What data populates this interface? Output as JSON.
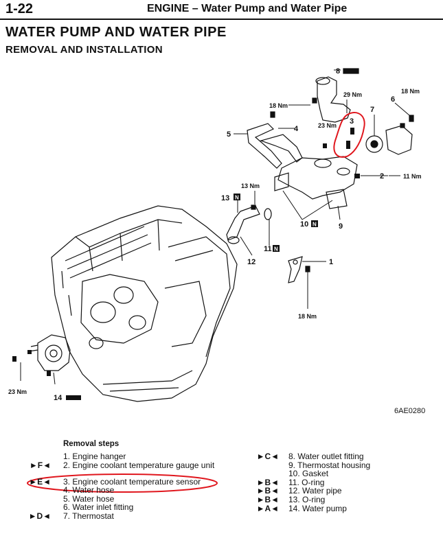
{
  "header": {
    "page_number": "1-22",
    "section": "ENGINE – Water Pump and Water Pipe"
  },
  "title": "WATER PUMP AND WATER PIPE",
  "subtitle": "REMOVAL AND INSTALLATION",
  "diagram": {
    "figure_code": "6AE0280",
    "callouts": [
      {
        "id": "c8",
        "text": "8"
      },
      {
        "id": "c29nm",
        "text": "29 Nm"
      },
      {
        "id": "c18nm_a",
        "text": "18 Nm"
      },
      {
        "id": "c6",
        "text": "6"
      },
      {
        "id": "c18nm_b",
        "text": "18 Nm"
      },
      {
        "id": "c7",
        "text": "7"
      },
      {
        "id": "c3",
        "text": "3"
      },
      {
        "id": "c23nm_a",
        "text": "23 Nm"
      },
      {
        "id": "c4",
        "text": "4"
      },
      {
        "id": "c5",
        "text": "5"
      },
      {
        "id": "c2",
        "text": "2"
      },
      {
        "id": "c11nm",
        "text": "11 Nm"
      },
      {
        "id": "c13nm",
        "text": "13 Nm"
      },
      {
        "id": "c13",
        "text": "13"
      },
      {
        "id": "c11",
        "text": "11"
      },
      {
        "id": "c10",
        "text": "10"
      },
      {
        "id": "c9",
        "text": "9"
      },
      {
        "id": "c12",
        "text": "12"
      },
      {
        "id": "c1",
        "text": "1"
      },
      {
        "id": "c18nm_c",
        "text": "18 Nm"
      },
      {
        "id": "c23nm_b",
        "text": "23 Nm"
      },
      {
        "id": "c14",
        "text": "14"
      },
      {
        "id": "nN",
        "text": "N"
      }
    ]
  },
  "removal_steps": {
    "heading": "Removal steps",
    "left": [
      {
        "mark": "",
        "text": "1. Engine hanger"
      },
      {
        "mark": "►F◄",
        "text": "2. Engine coolant temperature gauge unit"
      },
      {
        "mark": "►E◄",
        "text": "3. Engine coolant temperature sensor"
      },
      {
        "mark": "",
        "text": "4. Water hose"
      },
      {
        "mark": "",
        "text": "5. Water hose"
      },
      {
        "mark": "",
        "text": "6. Water inlet fitting"
      },
      {
        "mark": "►D◄",
        "text": "7. Thermostat"
      }
    ],
    "right": [
      {
        "mark": "►C◄",
        "text": "8. Water outlet fitting"
      },
      {
        "mark": "",
        "text": "9. Thermostat housing"
      },
      {
        "mark": "",
        "text": "10. Gasket"
      },
      {
        "mark": "►B◄",
        "text": "11. O-ring"
      },
      {
        "mark": "►B◄",
        "text": "12. Water pipe"
      },
      {
        "mark": "►B◄",
        "text": "13. O-ring"
      },
      {
        "mark": "►A◄",
        "text": "14. Water pump"
      }
    ]
  },
  "highlight_color": "#e0161d"
}
